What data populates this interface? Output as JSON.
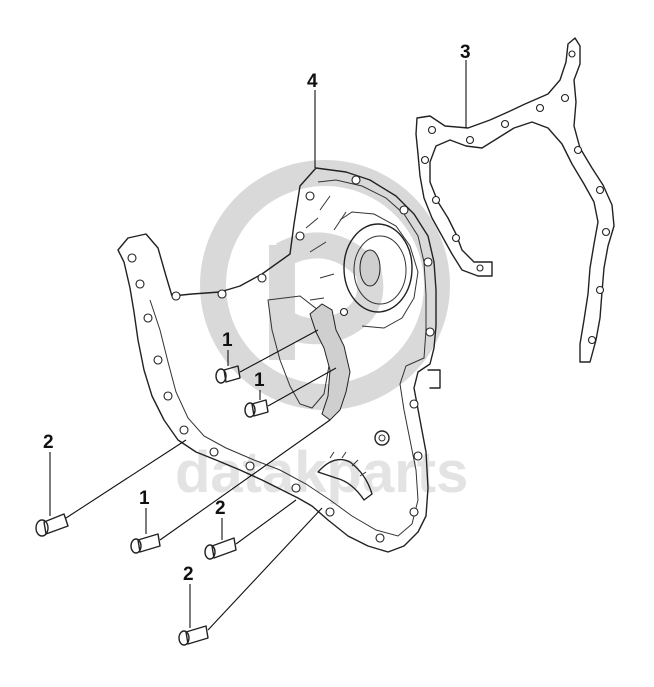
{
  "callouts": [
    {
      "id": "callout-3",
      "text": "3"
    },
    {
      "id": "callout-4",
      "text": "4"
    },
    {
      "id": "callout-1a",
      "text": "1"
    },
    {
      "id": "callout-1b",
      "text": "1"
    },
    {
      "id": "callout-2a",
      "text": "2"
    },
    {
      "id": "callout-1c",
      "text": "1"
    },
    {
      "id": "callout-2b",
      "text": "2"
    },
    {
      "id": "callout-2c",
      "text": "2"
    }
  ],
  "watermark": {
    "text": "datakparts"
  },
  "colors": {
    "line": "#222222",
    "label": "#111111",
    "watermark": "#d9d9d9"
  }
}
